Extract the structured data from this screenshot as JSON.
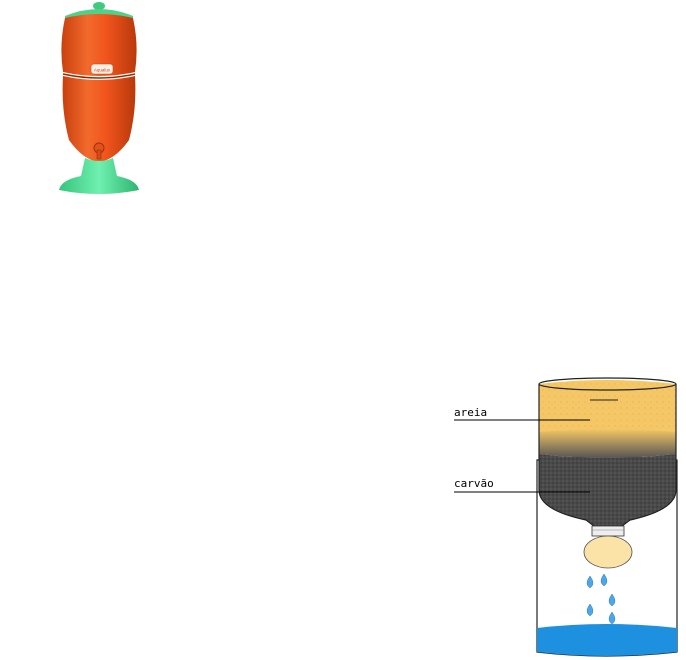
{
  "clay_filter": {
    "brand_text": "Aqualux",
    "colors": {
      "body": "#f0541c",
      "lid": "#4fd18a",
      "base": "#4fe29a"
    }
  },
  "bottle_filter": {
    "labels": {
      "sand": "areia",
      "charcoal": "carvão"
    },
    "colors": {
      "sand": "#f5c766",
      "charcoal": "#4a4a4a",
      "water": "#1e90e0",
      "drop": "#4da6e8"
    }
  }
}
